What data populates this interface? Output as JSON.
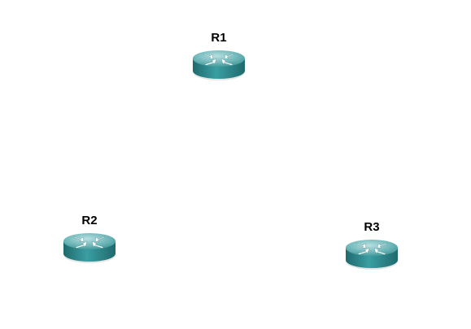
{
  "routers": [
    {
      "label": "R1",
      "icon": "router-icon"
    },
    {
      "label": "R2",
      "icon": "router-icon"
    },
    {
      "label": "R3",
      "icon": "router-icon"
    }
  ],
  "colors": {
    "router_body": "#2f8a8e",
    "router_body_dark": "#1f6a6d",
    "router_top": "#6fb7b9",
    "router_top_light": "#a9d6d7",
    "arrow": "#ffffff",
    "background": "#ffffff"
  }
}
